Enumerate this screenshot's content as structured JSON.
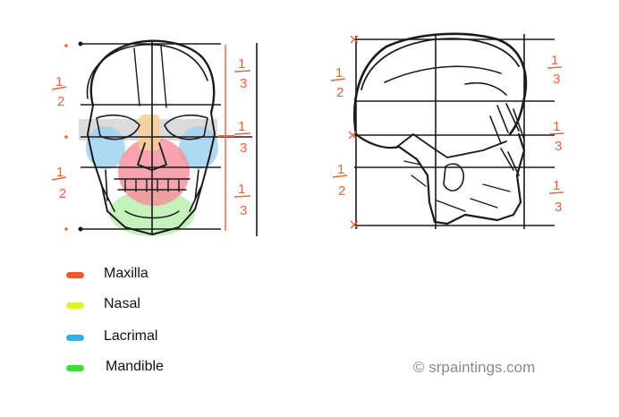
{
  "front_view": {
    "left_fractions": [
      {
        "num": "1",
        "den": "2"
      },
      {
        "num": "1",
        "den": "2"
      }
    ],
    "right_fractions": [
      {
        "num": "1",
        "den": "3"
      },
      {
        "num": "1",
        "den": "3"
      },
      {
        "num": "1",
        "den": "3"
      }
    ]
  },
  "side_view": {
    "left_fractions": [
      {
        "num": "1",
        "den": "2"
      },
      {
        "num": "1",
        "den": "2"
      }
    ],
    "right_fractions": [
      {
        "num": "1",
        "den": "3"
      },
      {
        "num": "1",
        "den": "3"
      },
      {
        "num": "1",
        "den": "3"
      }
    ]
  },
  "legend": {
    "items": [
      {
        "label": "Maxilla",
        "color": "#f25a2e"
      },
      {
        "label": "Nasal",
        "color": "#e6f02a"
      },
      {
        "label": "Lacrimal",
        "color": "#35aee8"
      },
      {
        "label": "Mandible",
        "color": "#3ede3a"
      }
    ]
  },
  "colors": {
    "fraction": "#e8643a",
    "ink": "#1a1a1a",
    "maxilla_fill": "#f48b97",
    "lacrimal_fill": "#9fd2f0",
    "mandible_fill": "#b8f0a8",
    "nasal_fill": "#f6d7a0",
    "eye_band_fill": "#c8c8c8"
  },
  "credit": "© srpaintings.com"
}
